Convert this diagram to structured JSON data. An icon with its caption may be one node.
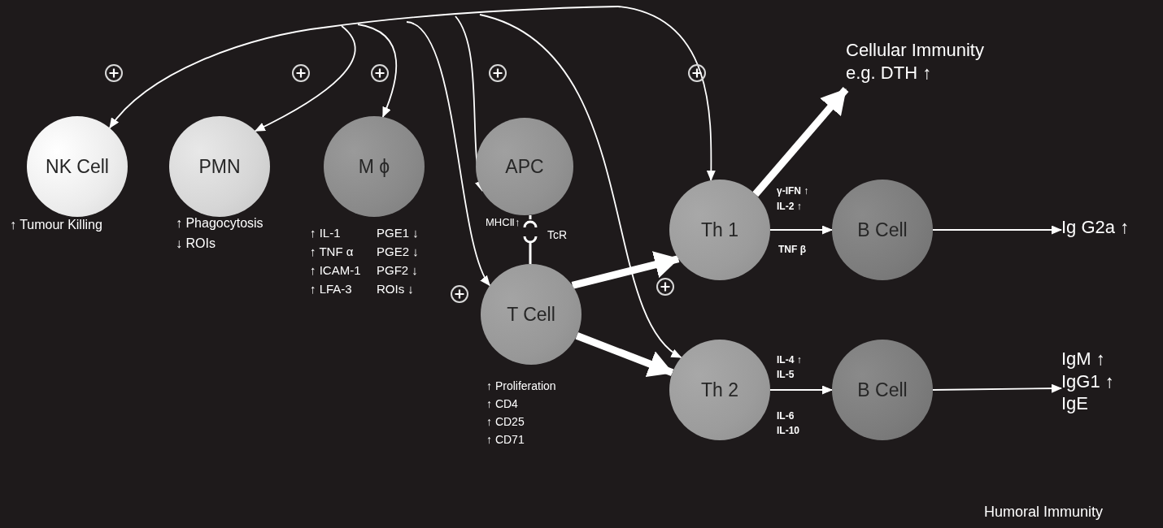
{
  "diagram": {
    "nodes": [
      {
        "text": [
          "NK Cell"
        ],
        "beside": [
          "↑ Tumour Killing"
        ]
      },
      {
        "text": [
          "PMN"
        ],
        "beside": [
          "↑ Phagocytosis",
          "↓ ROIs"
        ]
      },
      {
        "text": [
          "M ϕ"
        ],
        "beside": [
          "↑ IL-1",
          "↑ TNF α",
          "↑ ICAM-1",
          "↑ LFA-3",
          "PGE1 ↓",
          "PGE2 ↓",
          "PGF2 ↓",
          "ROIs ↓"
        ]
      },
      {
        "text": [
          "APC"
        ],
        "beside": [
          "MHCⅡ↑"
        ]
      },
      {
        "text": [
          "T Cell"
        ],
        "beside": [
          "TcR",
          "↑ Proliferation",
          "↑ CD4",
          "↑ CD25",
          "↑ CD71"
        ]
      },
      {
        "text": [
          "Th 1"
        ]
      },
      {
        "text": [
          "Th 2"
        ]
      },
      {
        "text": [
          "B Cell"
        ]
      },
      {
        "text": [
          "B Cell"
        ]
      },
      {
        "text": [
          "Cellular Immunity e.g. DTH ↑"
        ]
      },
      {
        "text": [
          "Ig G2a ↑"
        ]
      },
      {
        "text": [
          "IgM ↑",
          "IgG1 ↑",
          "IgE"
        ]
      }
    ],
    "edges": [
      {
        "from": null,
        "to": 0,
        "arrow": "to"
      },
      {
        "from": null,
        "to": 1,
        "arrow": "to"
      },
      {
        "from": null,
        "to": 2,
        "arrow": "to"
      },
      {
        "from": null,
        "to": 3,
        "arrow": "to"
      },
      {
        "from": null,
        "to": 4,
        "arrow": "to"
      },
      {
        "from": null,
        "to": 5,
        "arrow": "to"
      },
      {
        "from": null,
        "to": 6,
        "arrow": "to"
      },
      {
        "from": 4,
        "to": 5,
        "arrow": "to",
        "style": "thick"
      },
      {
        "from": 4,
        "to": 6,
        "arrow": "to",
        "style": "thick"
      },
      {
        "from": 5,
        "to": 9,
        "arrow": "to",
        "style": "thick"
      },
      {
        "from": 5,
        "to": 7,
        "arrow": "to"
      },
      {
        "from": 6,
        "to": 8,
        "arrow": "to"
      },
      {
        "from": 7,
        "to": 10,
        "arrow": "to"
      },
      {
        "from": 8,
        "to": 11,
        "arrow": "to"
      }
    ],
    "labels": [
      "γ-IFN ↑",
      "IL-2 ↑",
      "TNF β",
      "IL-4 ↑",
      "IL-5",
      "IL-6",
      "IL-10",
      "Humoral Immunity"
    ]
  }
}
